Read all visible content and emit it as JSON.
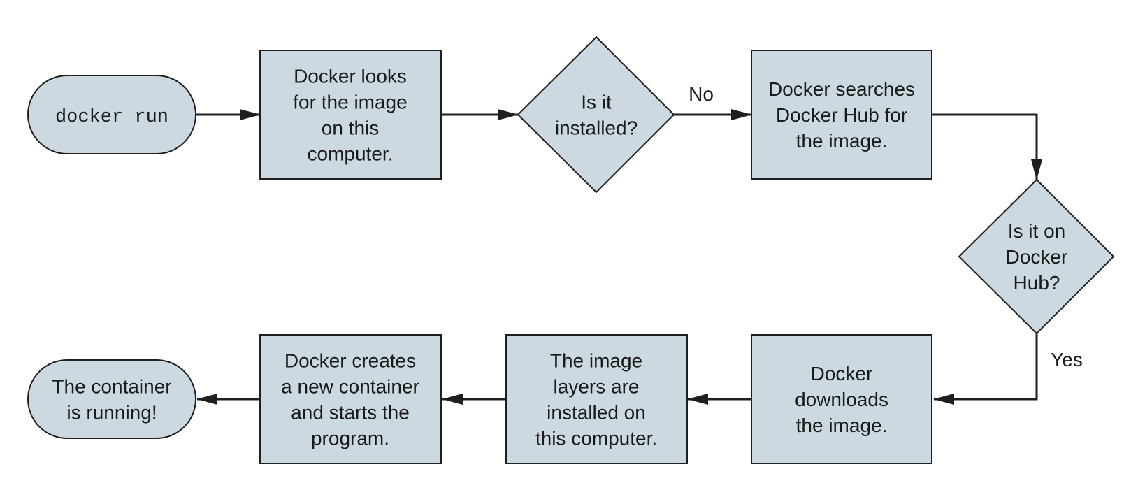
{
  "nodes": {
    "start": {
      "lines": [
        "docker run"
      ]
    },
    "looks": {
      "lines": [
        "Docker looks",
        "for the image",
        "on this",
        "computer."
      ]
    },
    "installed": {
      "lines": [
        "Is it",
        "installed?"
      ]
    },
    "searches": {
      "lines": [
        "Docker searches",
        "Docker Hub for",
        "the image."
      ]
    },
    "onhub": {
      "lines": [
        "Is it on",
        "Docker",
        "Hub?"
      ]
    },
    "downloads": {
      "lines": [
        "Docker",
        "downloads",
        "the image."
      ]
    },
    "layers": {
      "lines": [
        "The image",
        "layers are",
        "installed on",
        "this computer."
      ]
    },
    "creates": {
      "lines": [
        "Docker creates",
        "a new container",
        "and starts the",
        "program."
      ]
    },
    "end": {
      "lines": [
        "The container",
        "is running!"
      ]
    }
  },
  "edge_labels": {
    "no": "No",
    "yes": "Yes"
  }
}
